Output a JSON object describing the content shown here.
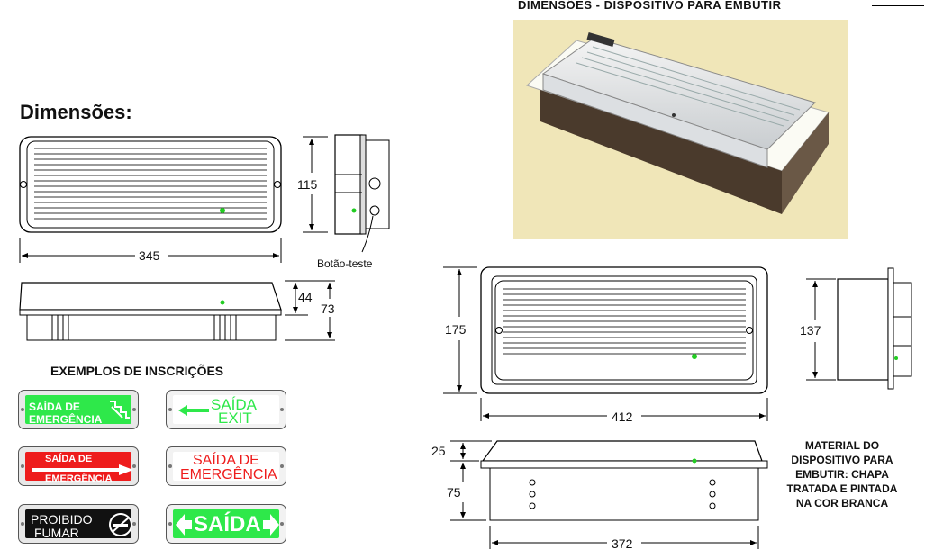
{
  "headings": {
    "top_title": "DIMENSÕES - DISPOSITIVO PARA EMBUTIR",
    "dimensions": "Dimensões:",
    "inscription_examples": "EXEMPLOS DE INSCRIÇÕES"
  },
  "left_device": {
    "width": "345",
    "height": "115",
    "depth_top": "44",
    "depth_total": "73",
    "test_button_label": "Botão-teste"
  },
  "embed_device": {
    "frame_height": "175",
    "side_height": "137",
    "frame_width": "412",
    "flange_height": "25",
    "box_height": "75",
    "box_width": "372"
  },
  "material_note": "MATERIAL DO DISPOSITIVO PARA EMBUTIR: CHAPA TRATADA E PINTADA NA COR BRANCA",
  "signs": [
    {
      "line1": "SAÍDA DE",
      "line2": "EMERGÊNCIA"
    },
    {
      "line1": "SAÍDA",
      "line2": "EXIT"
    },
    {
      "line1": "SAÍDA DE",
      "line2": "EMERGÊNCIA"
    },
    {
      "line1": "SAÍDA DE",
      "line2": "EMERGÊNCIA"
    },
    {
      "line1": "PROIBIDO",
      "line2": "FUMAR"
    },
    {
      "line1": "SAÍDA",
      "line2": ""
    }
  ],
  "colors": {
    "sign_green": "#2ee84a",
    "sign_red": "#ee1c1c",
    "sign_black": "#111111",
    "led_green": "#22cc22",
    "photo_bg": "#f0e6b8"
  }
}
